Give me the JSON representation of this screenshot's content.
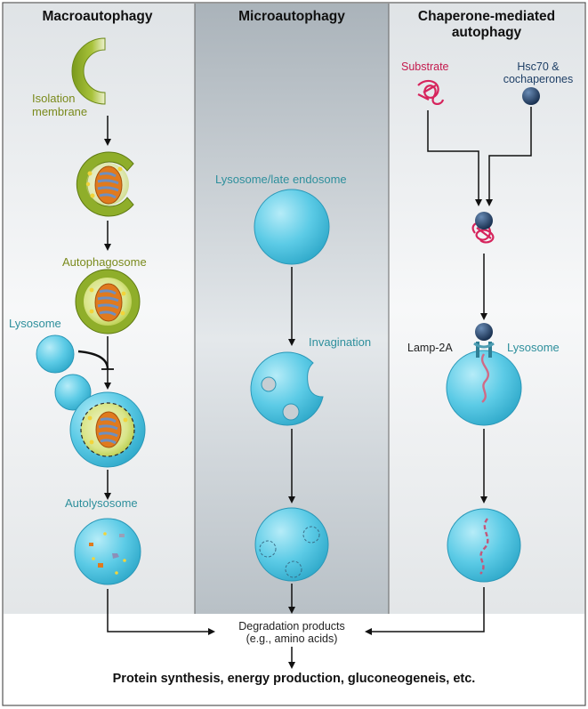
{
  "headers": {
    "macro": "Macroautophagy",
    "micro": "Microautophagy",
    "cma": "Chaperone-mediated autophagy"
  },
  "labels": {
    "isolation_membrane": "Isolation membrane",
    "autophagosome": "Autophagosome",
    "lysosome_macro": "Lysosome",
    "autolysosome": "Autolysosome",
    "lysosome_late_endosome": "Lysosome/late endosome",
    "invagination": "Invagination",
    "substrate": "Substrate",
    "hsc70": "Hsc70 & cochaperones",
    "lamp2a": "Lamp-2A",
    "lysosome_cma": "Lysosome",
    "degradation_line1": "Degradation products",
    "degradation_line2": "(e.g., amino acids)",
    "final": "Protein synthesis, energy production, gluconeogeneis, etc."
  },
  "colors": {
    "membrane_green": "#8fae2a",
    "lysosome_blue": "#35b8d8",
    "mitochondrion": "#e07a1e",
    "chaperone": "#1e3f66",
    "substrate": "#d6245c",
    "panel_gray": "#d7dcdf"
  }
}
